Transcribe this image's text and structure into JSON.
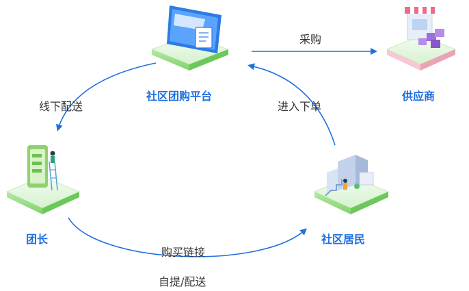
{
  "nodes": {
    "platform": {
      "label": "社区团购平台",
      "icon": "tablet-card-icon"
    },
    "supplier": {
      "label": "供应商",
      "icon": "storefront-boxes-icon"
    },
    "leader": {
      "label": "团长",
      "icon": "phone-person-icon"
    },
    "resident": {
      "label": "社区居民",
      "icon": "building-person-icon"
    }
  },
  "edges": {
    "platform_supplier": "采购",
    "platform_leader": "线下配送",
    "resident_platform": "进入下单",
    "leader_resident_top": "购买链接",
    "leader_resident_bottom": "自提/配送"
  },
  "colors": {
    "arrow": "#1f6fe0",
    "label": "#1f6fe0",
    "platform_top": "#e9f8e6",
    "platform_side": "#9ee089"
  }
}
